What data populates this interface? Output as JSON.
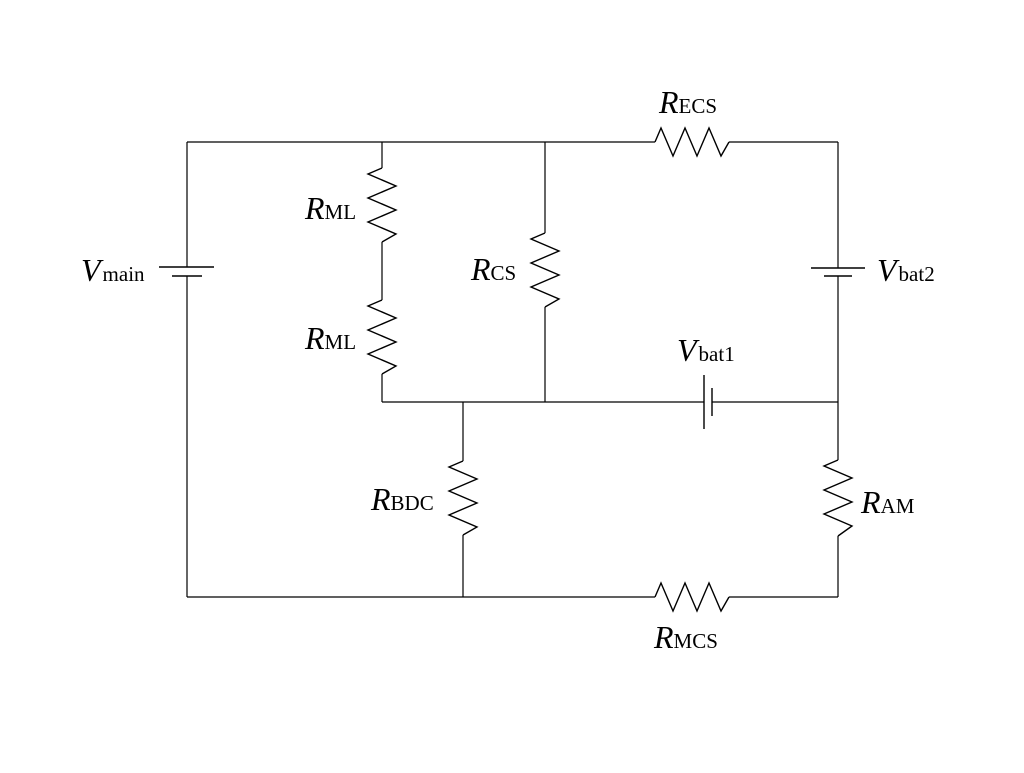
{
  "diagram": {
    "type": "circuit-schematic",
    "components": {
      "v_main": {
        "kind": "battery",
        "symbol": "V",
        "subscript": "main"
      },
      "v_bat1": {
        "kind": "battery",
        "symbol": "V",
        "subscript": "bat1"
      },
      "v_bat2": {
        "kind": "battery",
        "symbol": "V",
        "subscript": "bat2"
      },
      "r_ecs": {
        "kind": "resistor",
        "symbol": "R",
        "subscript": "ECS"
      },
      "r_ml_1": {
        "kind": "resistor",
        "symbol": "R",
        "subscript": "ML"
      },
      "r_ml_2": {
        "kind": "resistor",
        "symbol": "R",
        "subscript": "ML"
      },
      "r_cs": {
        "kind": "resistor",
        "symbol": "R",
        "subscript": "CS"
      },
      "r_bdc": {
        "kind": "resistor",
        "symbol": "R",
        "subscript": "BDC"
      },
      "r_am": {
        "kind": "resistor",
        "symbol": "R",
        "subscript": "AM"
      },
      "r_mcs": {
        "kind": "resistor",
        "symbol": "R",
        "subscript": "MCS"
      }
    }
  }
}
